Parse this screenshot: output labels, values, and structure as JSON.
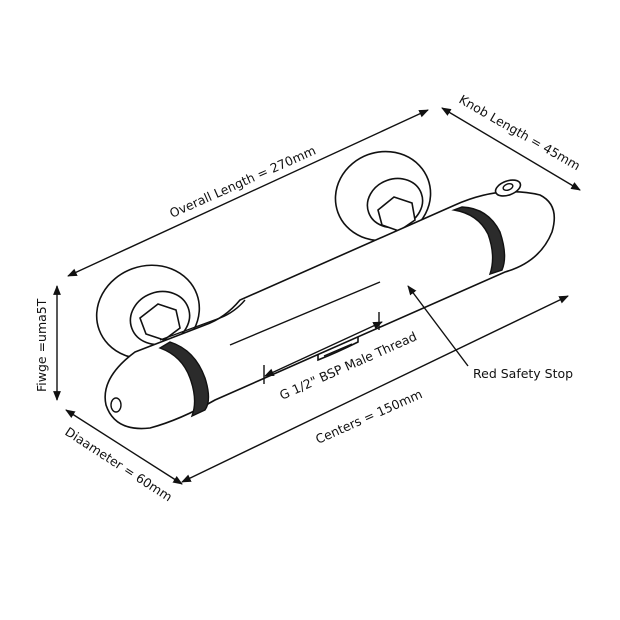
{
  "labels": {
    "overall_length": "Overall Length = 270mm",
    "knob_length": "Knob Length = 45mm",
    "flange": "Fiwge =uma5T",
    "diameter": "Diaameter = 60mm",
    "centers": "Centers = 150mm",
    "thread": "G 1/2\" BSP Male Thread",
    "safety_stop": "Red Safety Stop"
  },
  "colors": {
    "ring": "#2b2b2b",
    "line": "#111111"
  }
}
